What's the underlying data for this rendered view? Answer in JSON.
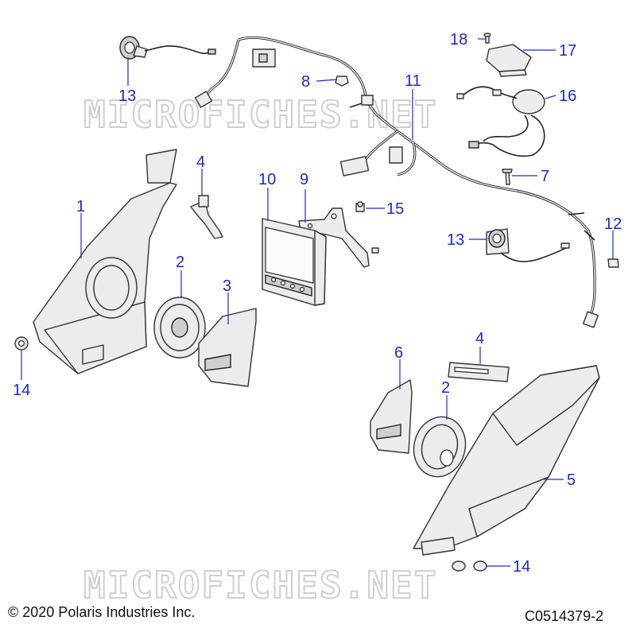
{
  "watermark": "MICROFICHES.NET",
  "copyright": "© 2020 Polaris Industries Inc.",
  "figure_code": "C0514379-2",
  "callouts": {
    "c1": "1",
    "c2a": "2",
    "c2b": "2",
    "c3": "3",
    "c4a": "4",
    "c4b": "4",
    "c5": "5",
    "c6": "6",
    "c7": "7",
    "c8": "8",
    "c9": "9",
    "c10": "10",
    "c11": "11",
    "c12": "12",
    "c13a": "13",
    "c13b": "13",
    "c14a": "14",
    "c14b": "14",
    "c15": "15",
    "c16": "16",
    "c17": "17",
    "c18": "18"
  },
  "colors": {
    "callout": "#1a2ad0",
    "line": "#333333",
    "part_fill": "#ececec"
  }
}
